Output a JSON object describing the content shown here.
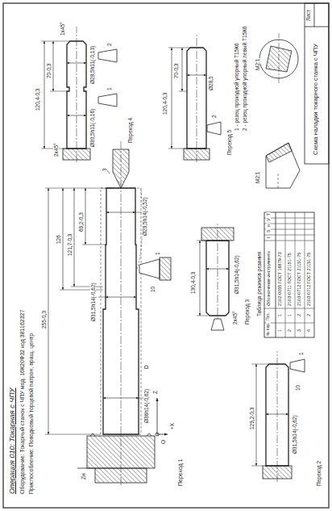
{
  "diagram": {
    "title": "Операция 010: Токарная с ЧПУ",
    "labels": [
      "Оборудование: Токарный станок с ЧПУ мод. 16К20Ф32 код 381162327",
      "Приспособление: Поводковый торцевой патрон, вращ. центр",
      "Переход 1",
      "255-0,3",
      "126",
      "121,7-0,3",
      "69,2-0,3",
      "Ø36h14(-0,62)",
      "Ø31,5h14(-0,62)",
      "Ø29,5h14(-0,52)",
      "+X",
      "Z",
      "Zн",
      "O",
      "D",
      "1",
      "10",
      "3",
      "Переход 2",
      "129,2-0,3",
      "Ø31,5h14(-0,62)",
      "10",
      "1",
      "Переход 3",
      "130,4-0,3",
      "2х45°",
      "Ø31,5h14(-0,62)",
      "Переход 4",
      "120,4-0,3",
      "70-0,3",
      "2х45°",
      "1х45°",
      "Ø30,5h11(-0,16)",
      "Ø28,5h11(-0,13)",
      "1",
      "2",
      "Переход 5",
      "120,4-0,3",
      "70-0,3",
      "Ø28,5",
      "2",
      "1 - резец проходной упорный Т15К6",
      "2 - резец проходной упорный левый Т15К6",
      "М2:1",
      "М2:1",
      "Таблица режимов резания",
      "№ пер.",
      "Поз.",
      "Обозначение инструмента",
      "t",
      "S",
      "n",
      "V",
      "T",
      "1",
      "1",
      "2102-0055 ГОСТ 18879-73",
      "2",
      "1",
      "2103-0711 ГОСТ 21151-75",
      "3",
      "2",
      "2103-0712 ГОСТ 21151-75",
      "4",
      "2",
      "2103-0712 ГОСТ 21151-75",
      "Схема наладки токарного станка с ЧПУ",
      "Лист"
    ]
  }
}
